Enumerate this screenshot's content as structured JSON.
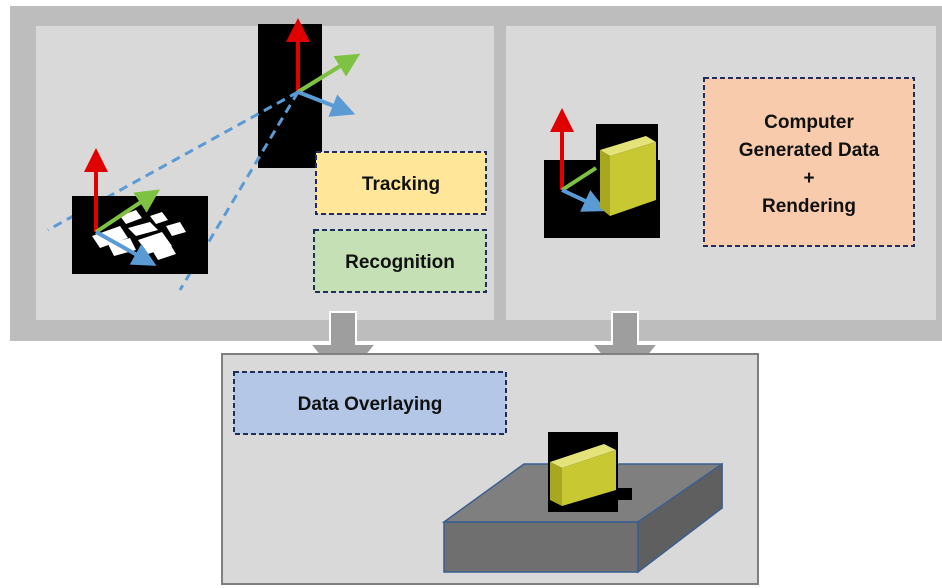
{
  "labels": {
    "tracking": "Tracking",
    "recognition": "Recognition",
    "computer_line1": "Computer",
    "computer_line2": "Generated Data",
    "computer_line3": "+",
    "computer_line4": "Rendering",
    "data_overlaying": "Data Overlaying"
  },
  "colors": {
    "outer_panel": "#bdbdbd",
    "inner_panel": "#d9d9d9",
    "bottom_panel_border": "#7f7f7f",
    "tracking_fill": "#ffe699",
    "recognition_fill": "#c5e0b4",
    "computer_fill": "#f8cbad",
    "overlaying_fill": "#b4c7e7",
    "dashed_border": "#1f2d5a",
    "arrow_red": "#e00000",
    "arrow_green": "#7ec242",
    "arrow_blue": "#5b9bd5",
    "cube_yellow": "#c8c832",
    "slab_gray": "#7f7f7f"
  },
  "icons": [
    "coordinate-axes-icon",
    "marker-pattern-icon",
    "camera-axes-icon",
    "virtual-cube-icon",
    "flow-down-arrow-icon",
    "table-slab-icon"
  ]
}
